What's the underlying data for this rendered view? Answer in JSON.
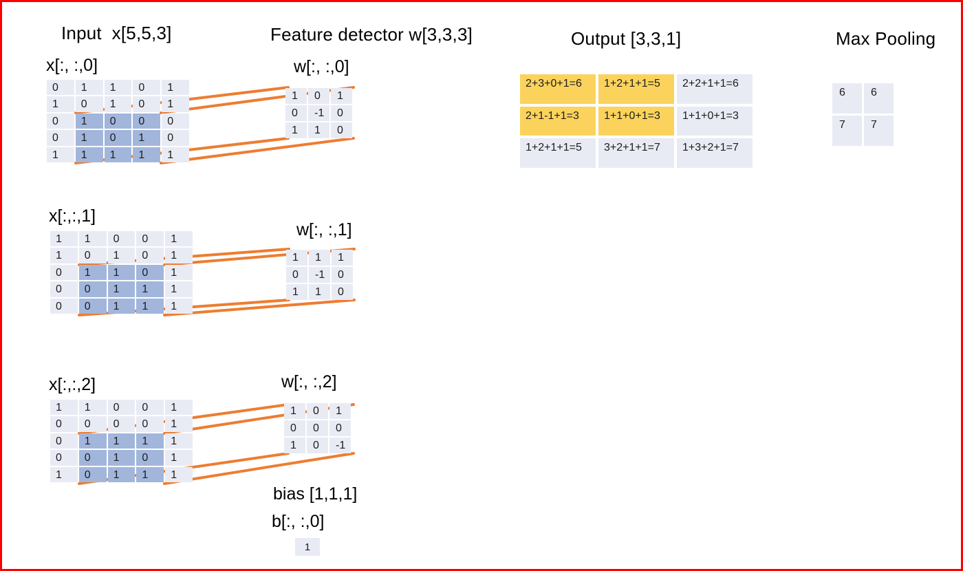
{
  "headers": {
    "input": "Input  x[5,5,3]",
    "feature": "Feature detector w[3,3,3]",
    "output": "Output [3,3,1]",
    "maxpool": "Max Pooling"
  },
  "colors": {
    "border_red": "#fe0101",
    "cell_light": "#e9ebf4",
    "cell_highlight_blue": "#a2b6dc",
    "output_yellow": "#fbd35c",
    "connector_orange": "#ed7d31"
  },
  "input_channels": [
    {
      "label": "x[:, :,0]",
      "rows": [
        [
          "0",
          "1",
          "1",
          "0",
          "1"
        ],
        [
          "1",
          "0",
          "1",
          "0",
          "1"
        ],
        [
          "0",
          "1",
          "0",
          "0",
          "0"
        ],
        [
          "0",
          "1",
          "0",
          "1",
          "0"
        ],
        [
          "1",
          "1",
          "1",
          "1",
          "1"
        ]
      ],
      "highlight": {
        "row_start": 2,
        "row_end": 4,
        "col_start": 1,
        "col_end": 3
      }
    },
    {
      "label": "x[:,:,1]",
      "rows": [
        [
          "1",
          "1",
          "0",
          "0",
          "1"
        ],
        [
          "1",
          "0",
          "1",
          "0",
          "1"
        ],
        [
          "0",
          "1",
          "1",
          "0",
          "1"
        ],
        [
          "0",
          "0",
          "1",
          "1",
          "1"
        ],
        [
          "0",
          "0",
          "1",
          "1",
          "1"
        ]
      ],
      "highlight": {
        "row_start": 2,
        "row_end": 4,
        "col_start": 1,
        "col_end": 3
      }
    },
    {
      "label": "x[:,:,2]",
      "rows": [
        [
          "1",
          "1",
          "0",
          "0",
          "1"
        ],
        [
          "0",
          "0",
          "0",
          "0",
          "1"
        ],
        [
          "0",
          "1",
          "1",
          "1",
          "1"
        ],
        [
          "0",
          "0",
          "1",
          "0",
          "1"
        ],
        [
          "1",
          "0",
          "1",
          "1",
          "1"
        ]
      ],
      "highlight": {
        "row_start": 2,
        "row_end": 4,
        "col_start": 1,
        "col_end": 3
      }
    }
  ],
  "filters": [
    {
      "label": "w[:, :,0]",
      "rows": [
        [
          "1",
          "0",
          "1"
        ],
        [
          "0",
          "-1",
          "0"
        ],
        [
          "1",
          "1",
          "0"
        ]
      ]
    },
    {
      "label": "w[:, :,1]",
      "rows": [
        [
          "1",
          "1",
          "1"
        ],
        [
          "0",
          "-1",
          "0"
        ],
        [
          "1",
          "1",
          "0"
        ]
      ]
    },
    {
      "label": "w[:, :,2]",
      "rows": [
        [
          "1",
          "0",
          "1"
        ],
        [
          "0",
          "0",
          "0"
        ],
        [
          "1",
          "0",
          "-1"
        ]
      ]
    }
  ],
  "output": {
    "rows": [
      [
        {
          "text": "2+3+0+1=6",
          "yellow": true
        },
        {
          "text": "1+2+1+1=5",
          "yellow": true
        },
        {
          "text": "2+2+1+1=6",
          "yellow": false
        }
      ],
      [
        {
          "text": "2+1-1+1=3",
          "yellow": true
        },
        {
          "text": "1+1+0+1=3",
          "yellow": true
        },
        {
          "text": "1+1+0+1=3",
          "yellow": false
        }
      ],
      [
        {
          "text": "1+2+1+1=5",
          "yellow": false
        },
        {
          "text": "3+2+1+1=7",
          "yellow": false
        },
        {
          "text": "1+3+2+1=7",
          "yellow": false
        }
      ]
    ]
  },
  "maxpool": {
    "rows": [
      [
        "6",
        "6"
      ],
      [
        "7",
        "7"
      ]
    ]
  },
  "bias": {
    "title": "bias [1,1,1]",
    "sublabel": "b[:, :,0]",
    "value": "1"
  }
}
